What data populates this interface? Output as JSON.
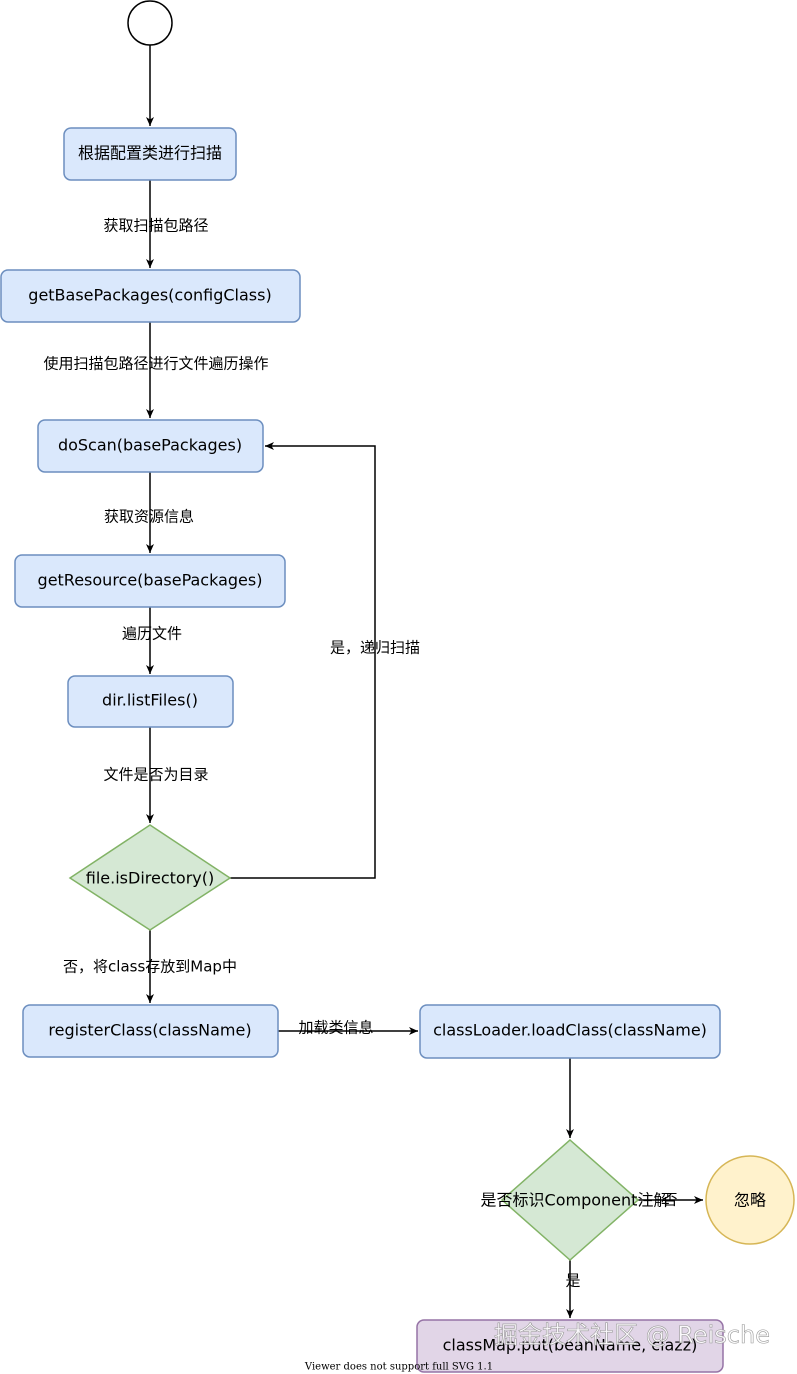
{
  "nodes": {
    "scan_by_config": "根据配置类进行扫描",
    "get_base_packages": "getBasePackages(configClass)",
    "do_scan": "doScan(basePackages)",
    "get_resource": "getResource(basePackages)",
    "list_files": "dir.listFiles()",
    "is_directory": "file.isDirectory()",
    "register_class": "registerClass(className)",
    "load_class": "classLoader.loadClass(className)",
    "has_component": "是否标识Component注解",
    "ignore": "忽略",
    "class_map_put": "classMap.put(beanName, clazz)"
  },
  "edges": {
    "get_scan_path": "获取扫描包路径",
    "use_scan_path": "使用扫描包路径进行文件遍历操作",
    "get_resource_info": "获取资源信息",
    "traverse_files": "遍历文件",
    "is_dir_question": "文件是否为目录",
    "yes_recursive": "是，递归扫描",
    "no_store_map": "否，将class存放到Map中",
    "load_class_info": "加载类信息",
    "no": "否",
    "yes": "是"
  },
  "colors": {
    "process_fill": "#dae8fc",
    "process_stroke": "#6c8ebf",
    "decision_fill": "#d5e8d4",
    "decision_stroke": "#82b366",
    "ignore_fill": "#fff2cc",
    "ignore_stroke": "#d6b656",
    "final_fill": "#e1d5e7",
    "final_stroke": "#9673a6"
  },
  "footer": "Viewer does not support full SVG 1.1",
  "watermark": "掘金技术社区 @ Reische"
}
